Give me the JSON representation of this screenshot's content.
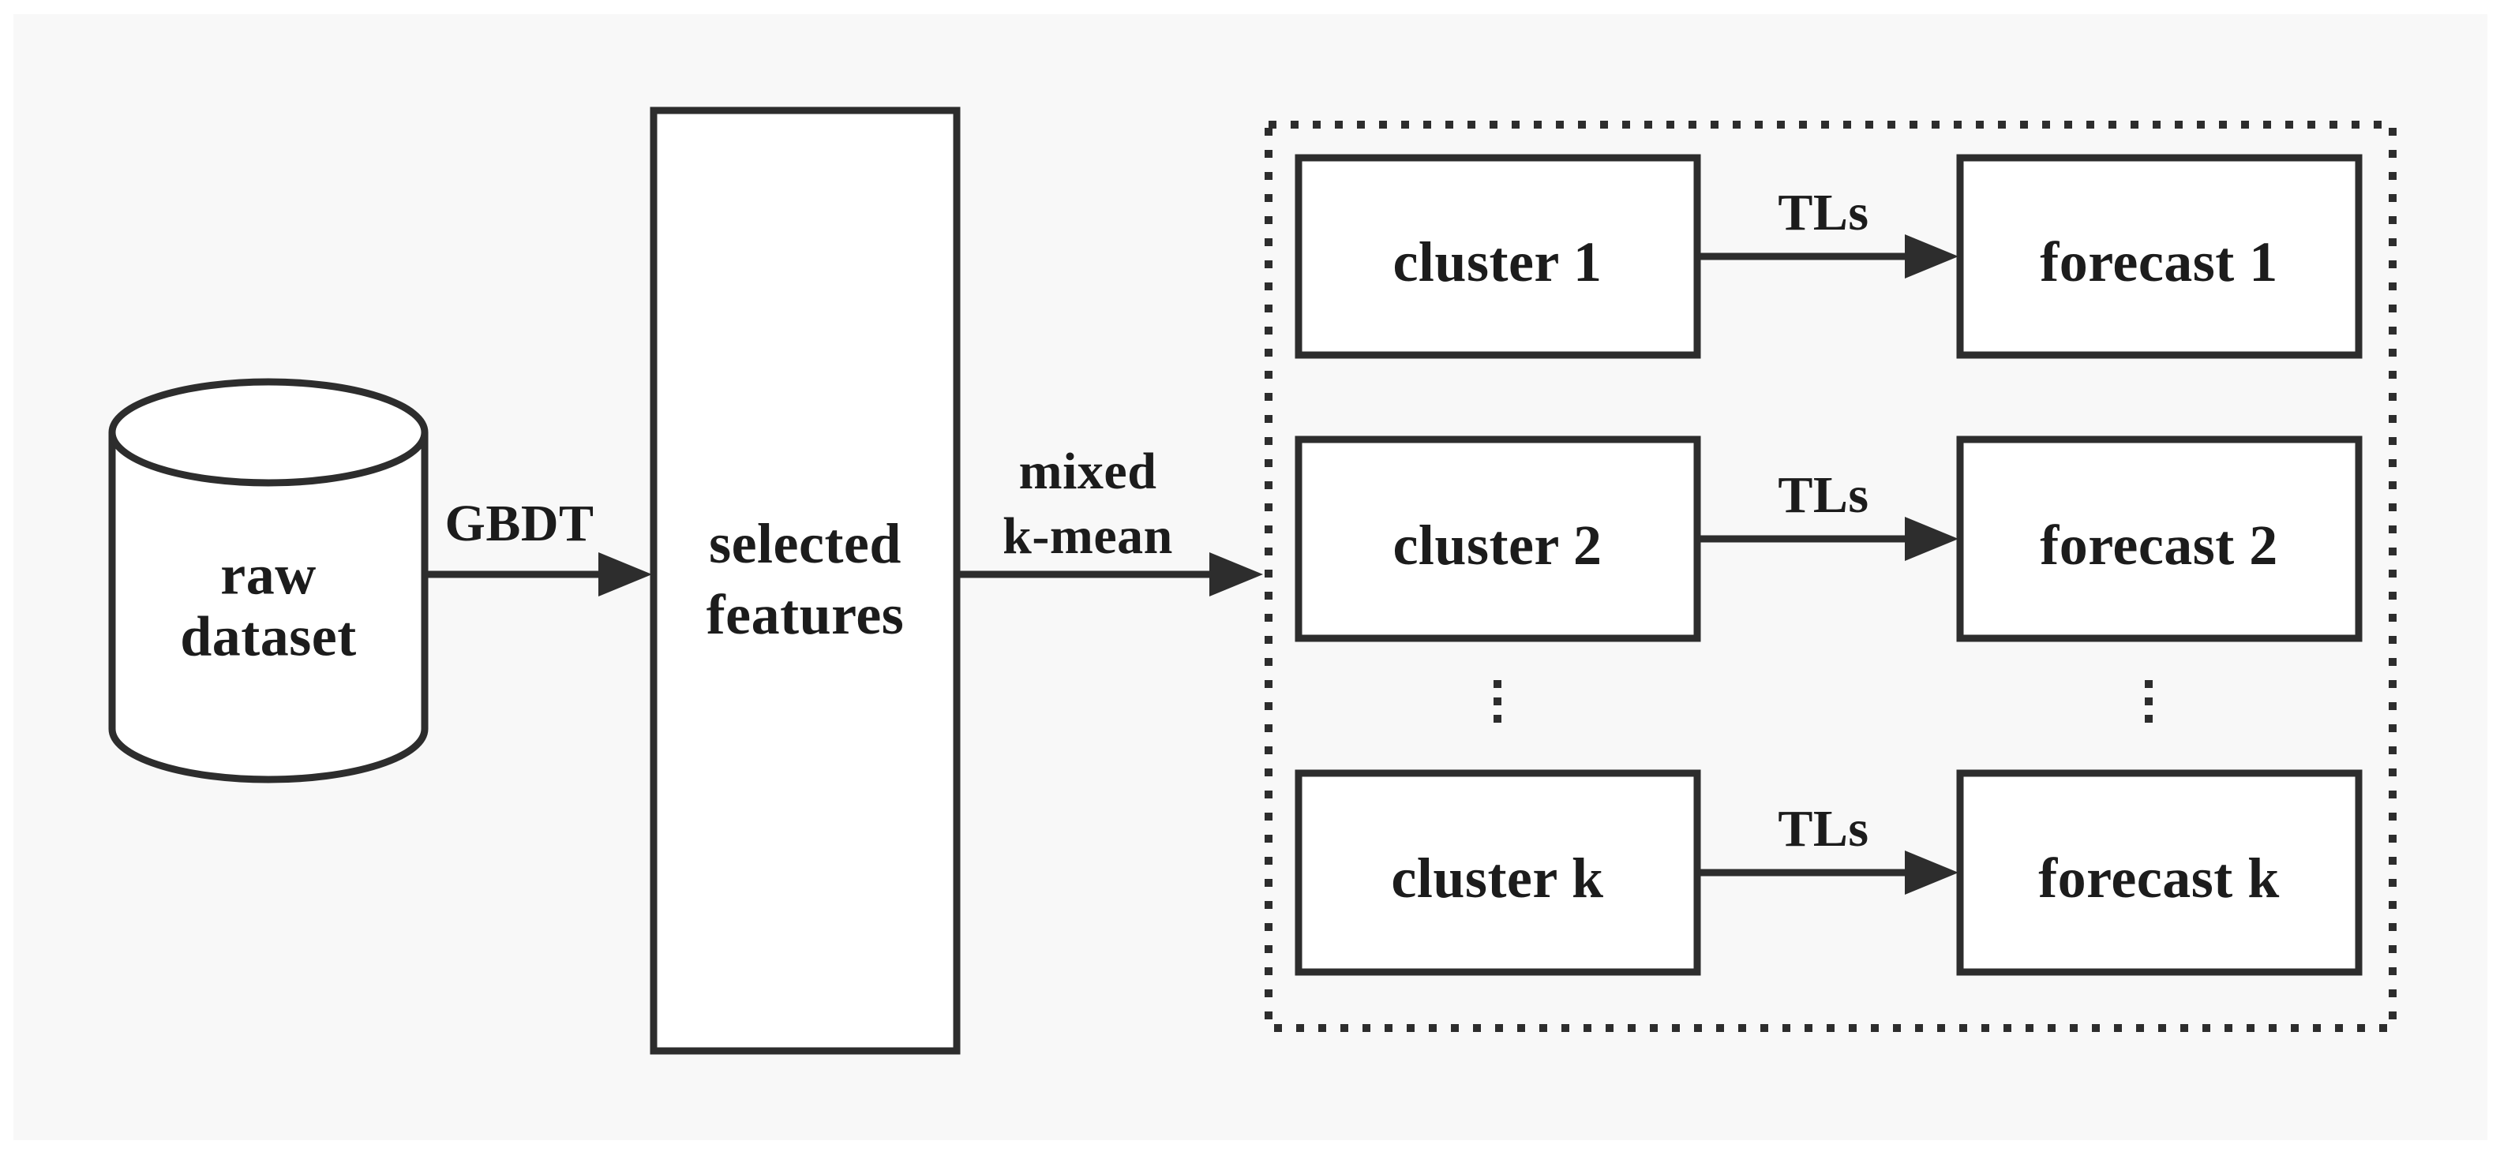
{
  "figure": {
    "type": "flow-diagram",
    "background": "#ffffff",
    "panel_background": "#f8f8f8",
    "stroke_color": "#2d2d2d",
    "text_color": "#1c1c1c",
    "node_fill": "#ffffff",
    "source": {
      "shape": "database-cylinder",
      "line1": "raw",
      "line2": "dataset"
    },
    "gbdt_arrow": {
      "label": "GBDT"
    },
    "features": {
      "line1": "selected",
      "line2": "features"
    },
    "kmean_arrow": {
      "line1": "mixed",
      "line2": "k-mean"
    },
    "cluster_group": {
      "border_style": "dotted",
      "rows": [
        {
          "cluster": "cluster 1",
          "arrow": "TLs",
          "forecast": "forecast 1"
        },
        {
          "cluster": "cluster 2",
          "arrow": "TLs",
          "forecast": "forecast 2"
        },
        {
          "cluster": "cluster k",
          "arrow": "TLs",
          "forecast": "forecast k"
        }
      ],
      "ellipsis": "⋮"
    }
  }
}
